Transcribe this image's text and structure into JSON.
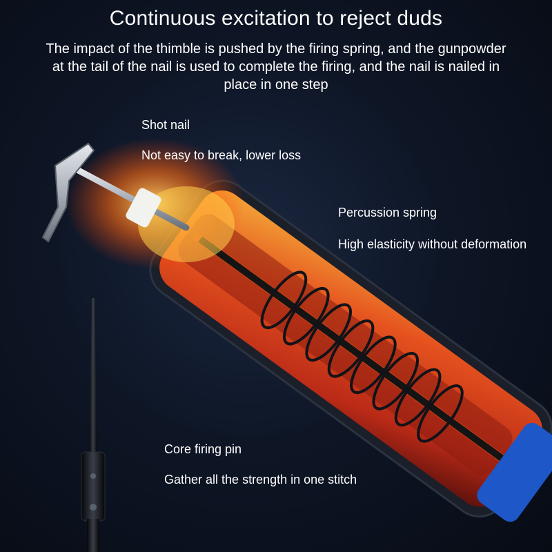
{
  "header": {
    "title": "Continuous excitation to reject duds",
    "subtitle": "The impact of the thimble is pushed by the firing spring, and the gunpowder at the tail of the nail is used to complete the firing, and the nail is nailed in place in one step"
  },
  "callouts": {
    "shot_nail": {
      "name": "Shot nail",
      "desc": "Not easy to break, lower loss"
    },
    "spring": {
      "name": "Percussion spring",
      "desc": "High elasticity without deformation"
    },
    "pin": {
      "name": "Core firing pin",
      "desc": "Gather all the strength in one stitch"
    }
  },
  "colors": {
    "flame": "#ff7a1a",
    "tube": "#d83a1c",
    "background": "#0e1626"
  }
}
